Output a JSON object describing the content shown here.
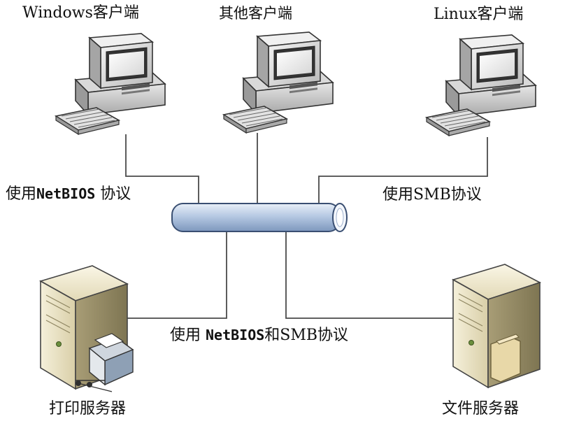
{
  "clients": {
    "windows": {
      "label": "Windows客户端",
      "icon": "computer-icon"
    },
    "other": {
      "label": "其他客户端",
      "icon": "computer-icon"
    },
    "linux": {
      "label": "Linux客户端",
      "icon": "computer-icon"
    }
  },
  "connections": {
    "netbios": {
      "prefix": "使用",
      "protocol": "NetBIOS",
      "suffix": " 协议"
    },
    "smb": {
      "text": "使用SMB协议"
    },
    "both": {
      "prefix": "使用 ",
      "protocol": "NetBIOS",
      "suffix": "和SMB协议"
    }
  },
  "servers": {
    "print": {
      "label": "打印服务器",
      "icon": "print-server-icon"
    },
    "file": {
      "label": "文件服务器",
      "icon": "file-server-icon"
    }
  },
  "network": {
    "icon": "network-bus-icon"
  }
}
